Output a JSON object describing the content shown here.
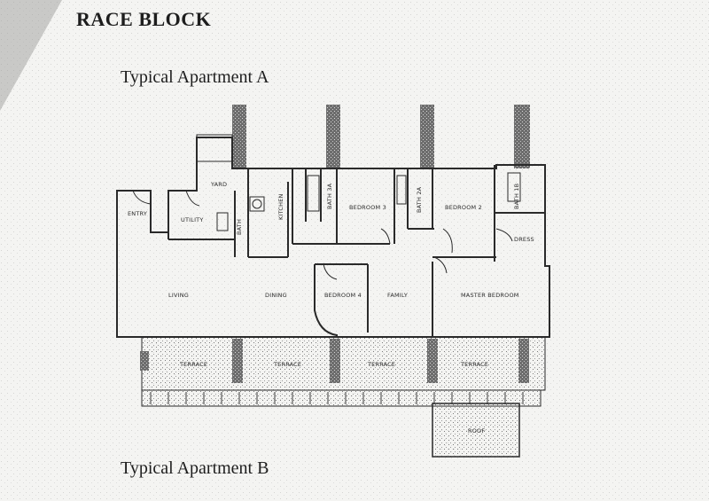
{
  "header": {
    "title": "RACE BLOCK"
  },
  "captions": {
    "top": "Typical Apartment A",
    "bottom": "Typical Apartment B"
  },
  "rooms": {
    "entry": "ENTRY",
    "utility": "UTILITY",
    "yard": "YARD",
    "bath_yard": "BATH",
    "kitchen": "KITCHEN",
    "bath_left": "BATH 3A",
    "bedroom3": "BEDROOM 3",
    "bath_mid": "BATH 2A",
    "bedroom2": "BEDROOM 2",
    "bath_right": "BATH 1B",
    "dress": "DRESS",
    "living": "LIVING",
    "dining": "DINING",
    "bedroom4": "BEDROOM 4",
    "family": "FAMILY",
    "master": "MASTER BEDROOM",
    "terrace1": "TERRACE",
    "terrace2": "TERRACE",
    "terrace3": "TERRACE",
    "terrace4": "TERRACE",
    "roof": "ROOF"
  }
}
